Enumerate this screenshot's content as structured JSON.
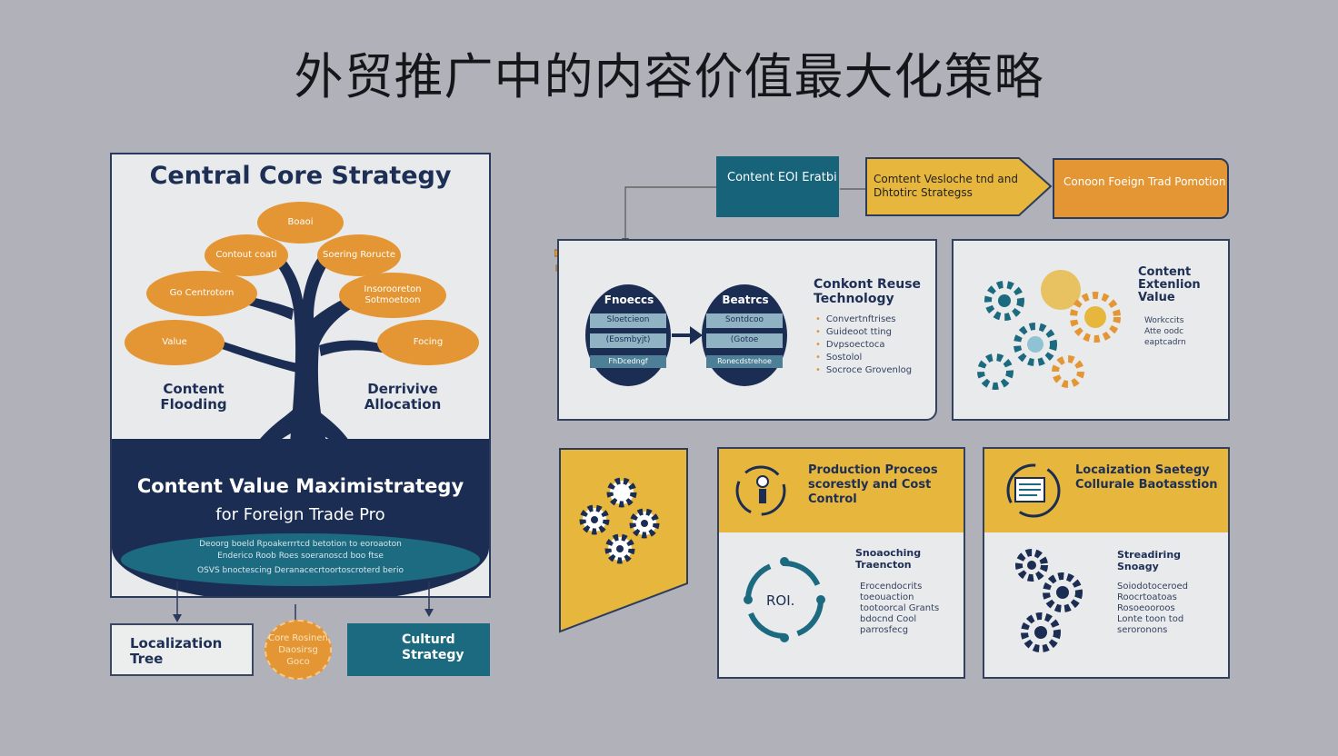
{
  "title": "外贸推广中的内容价值最大化策略",
  "left_panel": {
    "heading": "Central Core Strategy",
    "leaves": [
      "Boaoi",
      "Contout coati",
      "Soering Roructe",
      "Go Centrotorn",
      "Insorooreton Sotmoetoon",
      "Value",
      "Focing"
    ],
    "left_label": "Content Flooding",
    "right_label": "Derrivive Allocation",
    "base_title": "Content Value Maximistrategy",
    "base_subtitle": "for Foreign Trade Pro",
    "band_lines": [
      "Deoorg boeld Rpoakerrrtcd betotion to eoroaoton",
      "Enderico Roob Roes soeranoscd boo ftse",
      "OSVS bnoctescing Deranacecrtoortoscroterd berio"
    ]
  },
  "bottom_left": {
    "localization": "Localization Tree",
    "core": "Core Rosinen Daosirsg Goco",
    "cultural": "Culturd Strategy"
  },
  "flow": {
    "box1": "Content EOI Eratbi",
    "box2": "Comtent Vesloche tnd and Dhtotirc Strategss",
    "box3": "Conoon Foeign Trad Pomotion"
  },
  "reuse_card": {
    "left_oval_head": "Fnoeccs",
    "left_oval_rows": [
      "Sloetcieon",
      "(Eosmbyjt)",
      "FhDcedngf"
    ],
    "right_oval_head": "Beatrcs",
    "right_oval_rows": [
      "Sontdcoo",
      "(Gotoe",
      "Ronecdstrehoe"
    ],
    "title": "Conkont Reuse Technology",
    "items": [
      "Convertnftrises",
      "Guideoot tting",
      "Dvpsoectoca",
      "Sostolol",
      "Socroce Grovenlog"
    ]
  },
  "ext_card": {
    "title": "Content Extenlion Value",
    "items": [
      "Workccits",
      "Atte oodc",
      "eaptcadrn"
    ]
  },
  "prod_card": {
    "band": "Production Proceos scorestly and Cost Control",
    "sub_title": "Snoaoching Traencton",
    "roi": "ROI.",
    "items": [
      "Erocendocrits",
      "toeouaction",
      "tootoorcal Grants",
      "bdocnd Cool",
      "parrosfecg"
    ]
  },
  "loc_card": {
    "band": "Locaization Saetegy Collurale Baotasstion",
    "sub_title": "Streadiring Snoagy",
    "items": [
      "Soiodotoceroed",
      "Roocrtoatoas",
      "Rosoeooroos",
      "Lonte toon tod",
      "seroronons"
    ]
  },
  "colors": {
    "navy": "#1b2d52",
    "orange": "#e39633",
    "teal": "#1c6a7f",
    "yellow": "#e7b73d",
    "bg": "#b1b2b9"
  }
}
